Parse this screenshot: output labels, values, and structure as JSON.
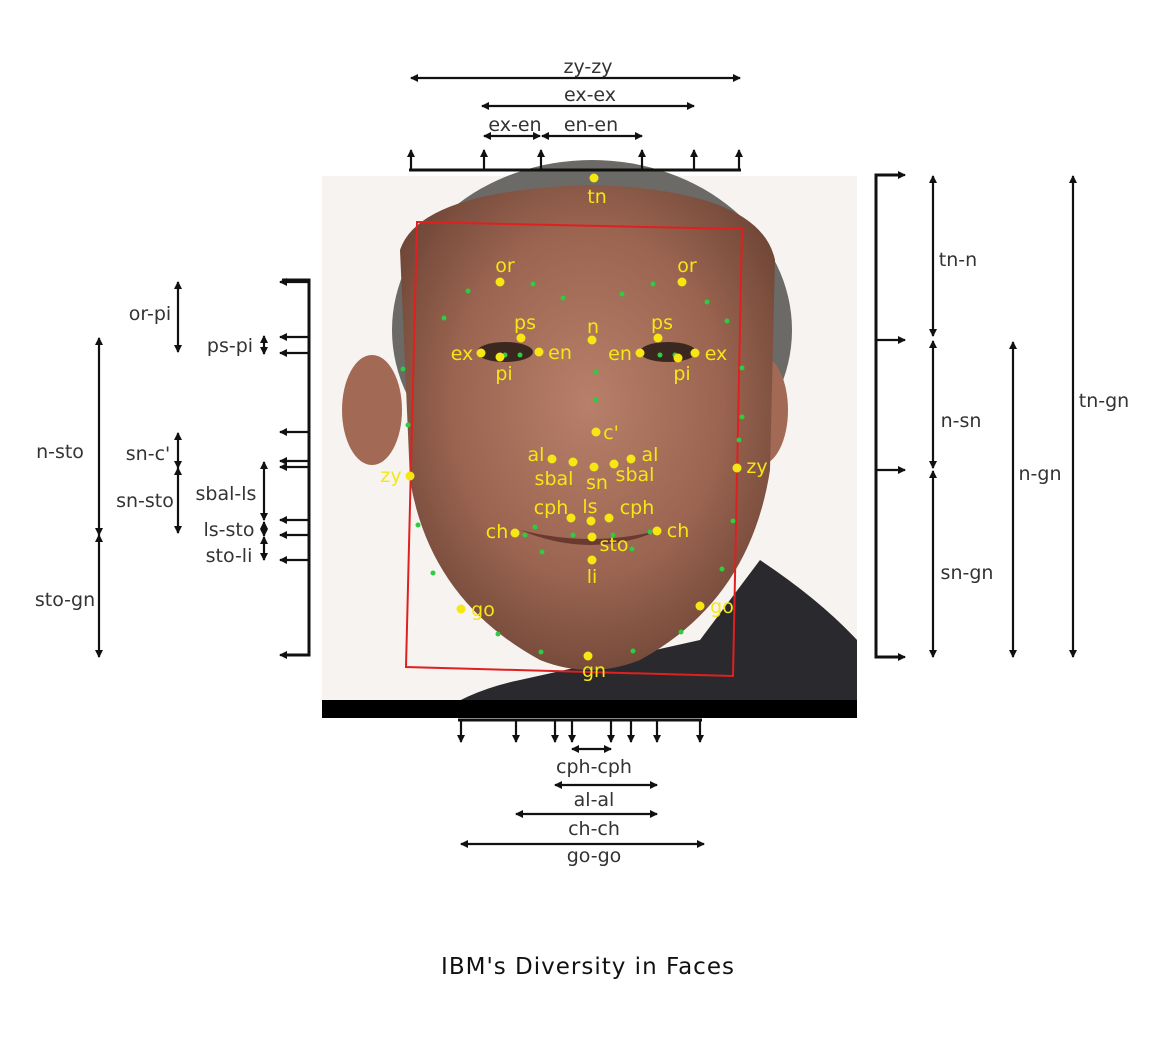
{
  "caption": "IBM's Diversity in Faces",
  "colors": {
    "landmark": "#f5e614",
    "minor_point": "#2ecc40",
    "box": "#e02020",
    "arrow": "#111111",
    "label": "#333333"
  },
  "top_measures": [
    "zy-zy",
    "ex-ex",
    "ex-en",
    "en-en"
  ],
  "left_measures": [
    "or-pi",
    "ps-pi",
    "n-sto",
    "sn-c'",
    "sn-sto",
    "sbal-ls",
    "ls-sto",
    "sto-li",
    "sto-gn"
  ],
  "right_measures": [
    "tn-n",
    "n-sn",
    "sn-gn",
    "n-gn",
    "tn-gn"
  ],
  "bottom_measures": [
    "cph-cph",
    "al-al",
    "ch-ch",
    "go-go"
  ],
  "landmarks": [
    "tn",
    "or",
    "or",
    "ps",
    "ps",
    "n",
    "ex",
    "ex",
    "en",
    "en",
    "pi",
    "pi",
    "c'",
    "al",
    "al",
    "sbal",
    "sbal",
    "sn",
    "zy",
    "zy",
    "cph",
    "cph",
    "ls",
    "ch",
    "ch",
    "sto",
    "li",
    "go",
    "go",
    "gn"
  ]
}
